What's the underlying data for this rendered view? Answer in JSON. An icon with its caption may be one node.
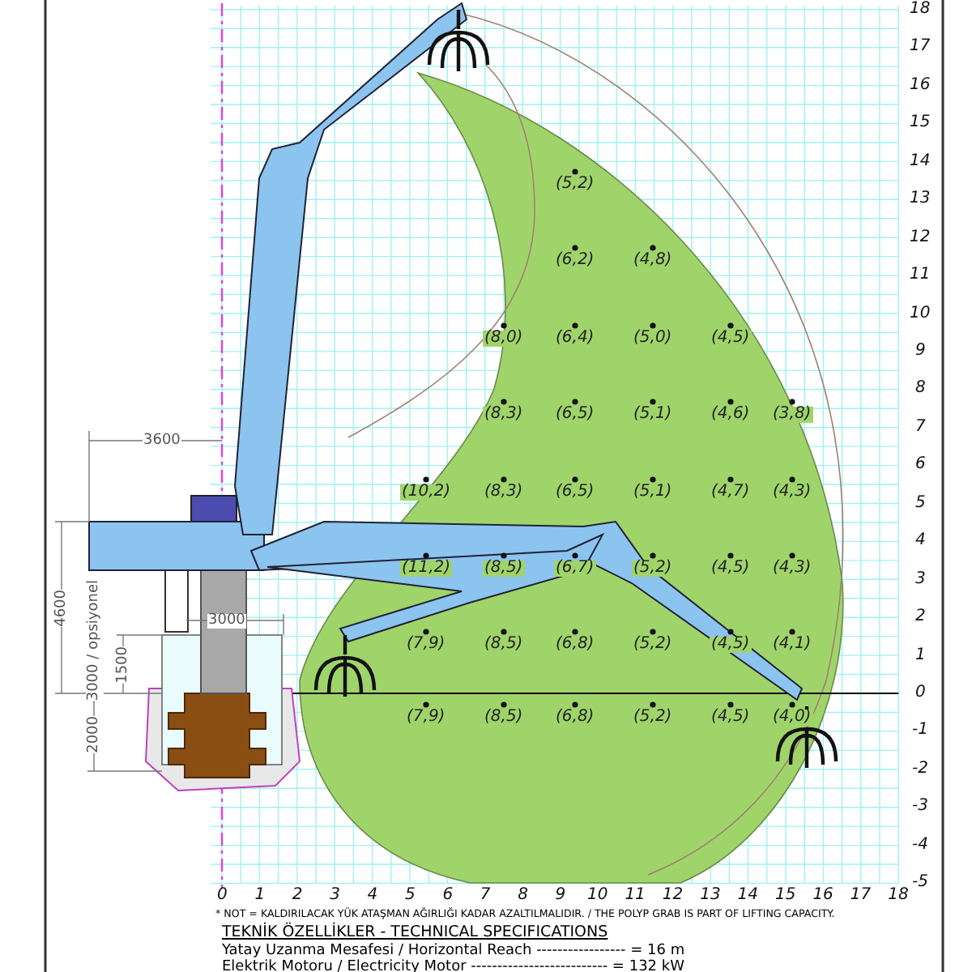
{
  "diagram": {
    "labels": [
      "(5,2)",
      "(6,2)",
      "(4,8)",
      "(8,0)",
      "(6,4)",
      "(5,0)",
      "(4,5)",
      "(8,3)",
      "(6,5)",
      "(5,1)",
      "(4,6)",
      "(3,8)",
      "(10,2)",
      "(8,3)",
      "(6,5)",
      "(5,1)",
      "(4,7)",
      "(4,3)",
      "(11,2)",
      "(8,5)",
      "(6,7)",
      "(5,2)",
      "(4,5)",
      "(4,3)",
      "(7,9)",
      "(8,5)",
      "(6,8)",
      "(5,2)",
      "(4,5)",
      "(4,1)",
      "(7,9)",
      "(8,5)",
      "(6,8)",
      "(5,2)",
      "(4,5)",
      "(4,0)",
      "3600",
      "4600",
      "3000 / opsiyonel",
      "1500",
      "3000",
      "2000",
      "18",
      "17",
      "16",
      "15",
      "14",
      "13",
      "12",
      "11",
      "10",
      "9",
      "8",
      "7",
      "6",
      "5",
      "4",
      "3",
      "2",
      "1",
      "0",
      "-1",
      "-2",
      "-3",
      "-4",
      "-5",
      "0",
      "1",
      "2",
      "3",
      "4",
      "5",
      "6",
      "7",
      "8",
      "9",
      "10",
      "11",
      "12",
      "13",
      "14",
      "15",
      "16",
      "17",
      "18",
      "* NOT = KALDIRILACAK YÜK ATAŞMAN AĞIRLIĞI KADAR AZALTILMALIDIR. / THE POLYP GRAB IS PART OF LIFTING CAPACITY.",
      "TEKNİK ÖZELLİKLER - TECHNICAL SPECIFICATIONS",
      "Yatay Uzanma Mesafesi / Horizontal Reach ----------------- = 16 m",
      "Elektrik Motoru / Electricity Motor -------------------------- = 132 kW"
    ]
  }
}
